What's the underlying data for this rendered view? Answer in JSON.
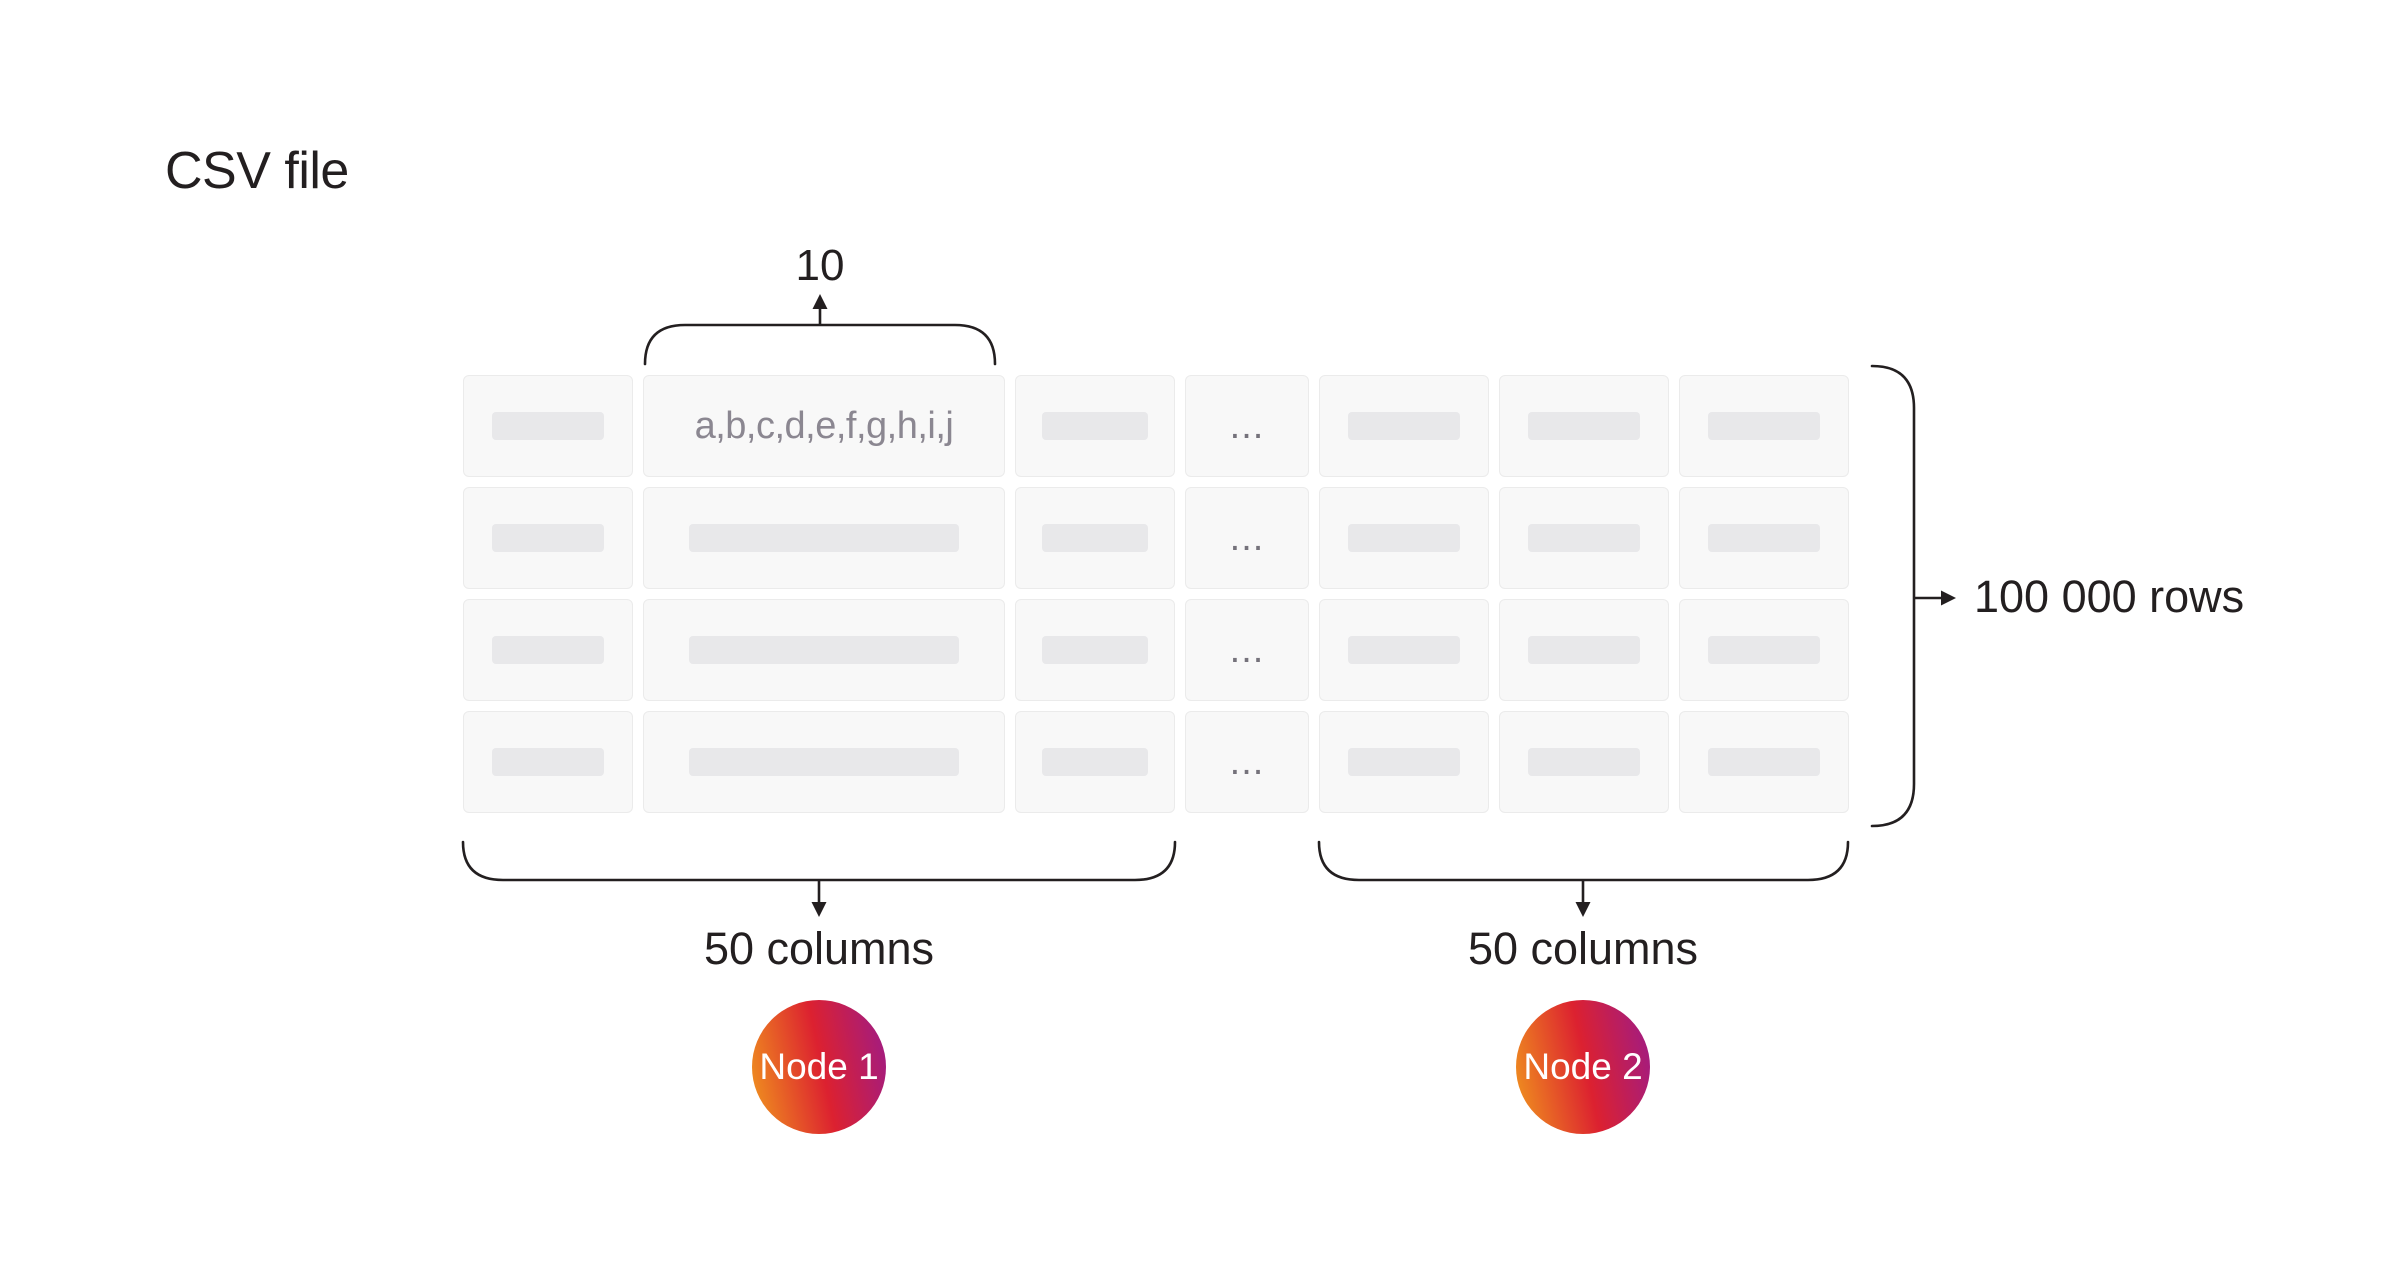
{
  "title": "CSV file",
  "annotations": {
    "col_width_label": "10",
    "rows_label": "100 000 rows",
    "left_columns_label": "50 columns",
    "right_columns_label": "50 columns"
  },
  "table": {
    "rows": 4,
    "columns_shown": 7,
    "header_cell_text": "a,b,c,d,e,f,g,h,i,j",
    "ellipsis": "..."
  },
  "nodes": [
    {
      "label": "Node 1"
    },
    {
      "label": "Node 2"
    }
  ],
  "colors": {
    "line": "#231f20",
    "cell_bg": "#f8f8f8",
    "cell_border": "#ebebeb",
    "placeholder_bar": "#e8e8ea",
    "muted_text": "#8b8791",
    "dots_text": "#75727b",
    "node_gradient_start": "#f0941e",
    "node_gradient_mid": "#dc2130",
    "node_gradient_end": "#9c1b8a"
  }
}
